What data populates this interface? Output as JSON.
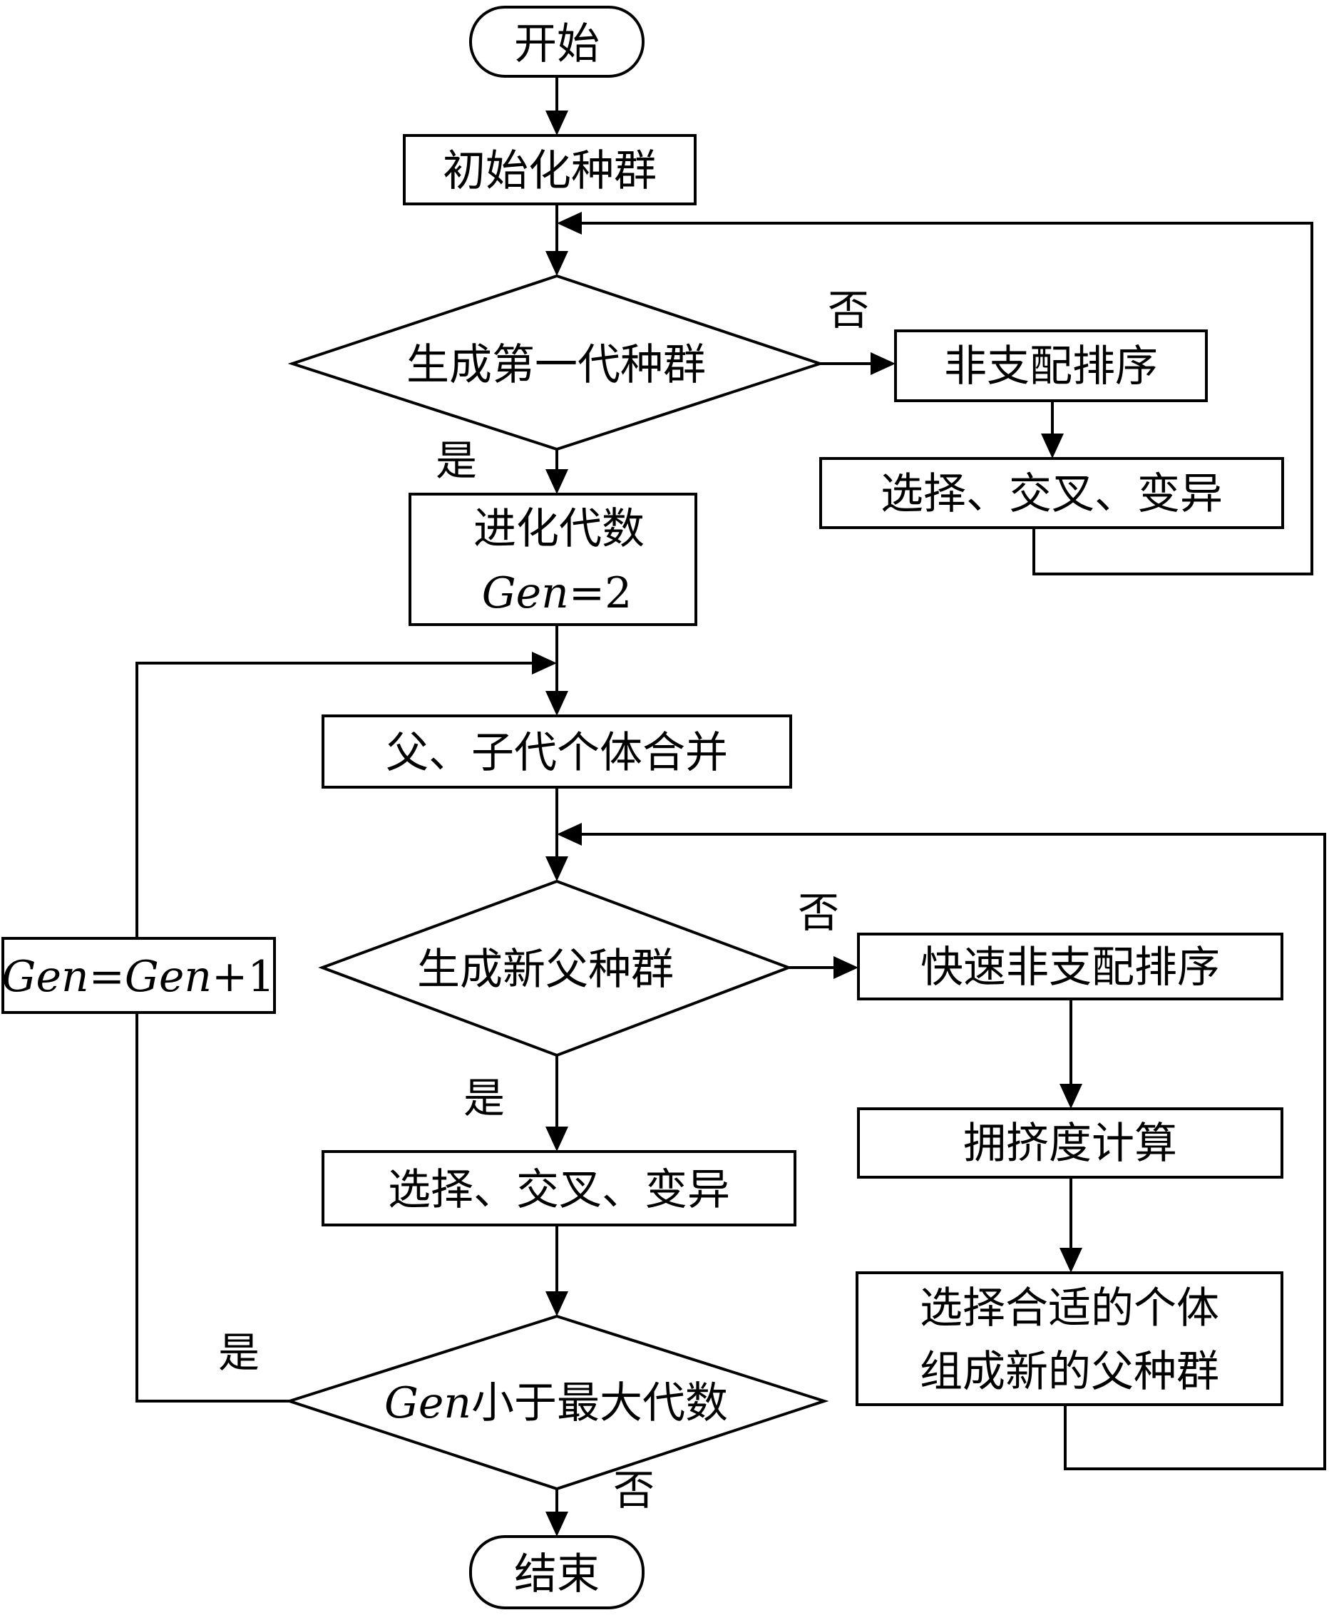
{
  "nodes": {
    "start": "开始",
    "init": "初始化种群",
    "decision1": "生成第一代种群",
    "nondom_sort": "非支配排序",
    "sel1": "选择、交叉、变异",
    "gen_init": {
      "line1": "进化代数",
      "var": "Gen",
      "rest": "=2"
    },
    "merge": "父、子代个体合并",
    "decision2": "生成新父种群",
    "fast_sort": "快速非支配排序",
    "crowding": "拥挤度计算",
    "select_new": {
      "line1": "选择合适的个体",
      "line2": "组成新的父种群"
    },
    "sel2": "选择、交叉、变异",
    "decision3": {
      "var": "Gen",
      "rest": "小于最大代数"
    },
    "increment": {
      "var1": "Gen",
      "eq": "=",
      "var2": "Gen",
      "rest": "+1"
    },
    "end": "结束"
  },
  "labels": {
    "d1_no": "否",
    "d1_yes": "是",
    "d2_no": "否",
    "d2_yes": "是",
    "d3_yes": "是",
    "d3_no": "否"
  }
}
